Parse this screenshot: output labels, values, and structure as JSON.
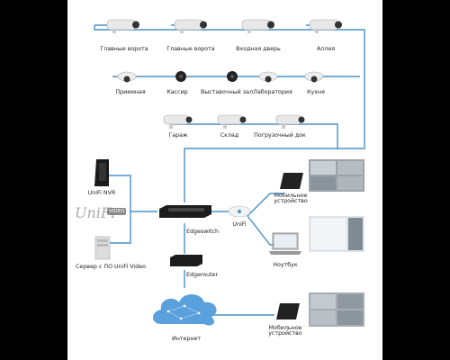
{
  "cameras_row1": [
    "Главные ворота",
    "Главные ворота",
    "Входная дверь",
    "Аллея"
  ],
  "cameras_row2": [
    "Приемная",
    "Кассир",
    "Выставочный зал",
    "Лаборатория",
    "Кухня"
  ],
  "cameras_row3": [
    "Гараж",
    "Склад",
    "Погрузочный док"
  ],
  "nvr_label": "UniFi NVR",
  "unifi_logo": "UniFi",
  "video_badge": "VIDEO",
  "server_label": "Сервер с ПО UniFi Video",
  "edgeswitch_label": "Edgeswitch",
  "edgerouter_label": "Edgerouter",
  "unifi_ap_label": "UniFi",
  "internet_label": "Интернет",
  "mobile1_label": "Мобильное\nустройство",
  "laptop_label": "Ноутбук",
  "mobile2_label": "Мобильное\nустройство",
  "colors": {
    "wire": "#4a90c8",
    "cloud": "#5aa0dc"
  }
}
